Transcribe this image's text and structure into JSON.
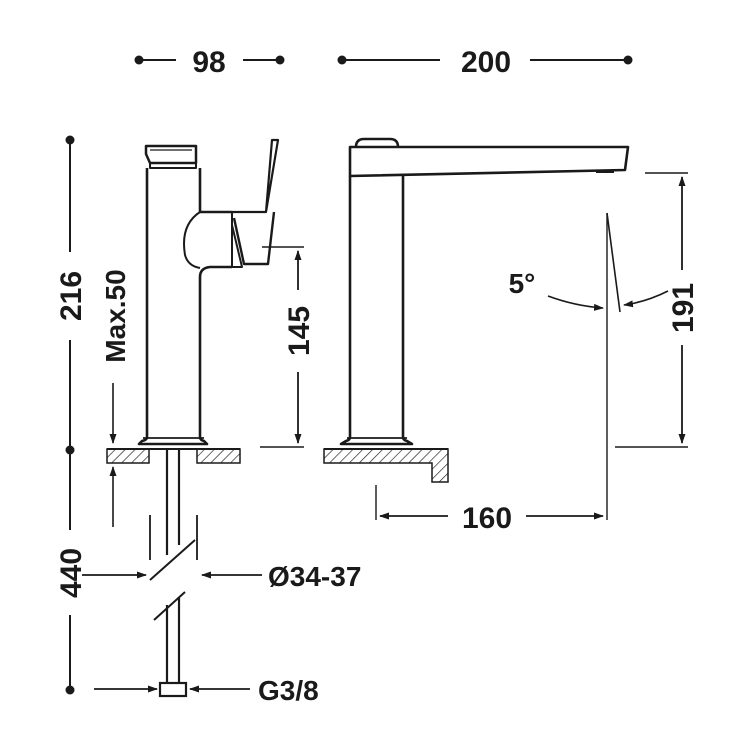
{
  "dimensions": {
    "top_width_left": "98",
    "top_width_right": "200",
    "height_total": "216",
    "max_thickness": "Max.50",
    "pipe_length": "440",
    "spout_height": "145",
    "spout_reach": "160",
    "outlet_height": "191",
    "outlet_angle": "5°",
    "hole_diameter": "Ø34-37",
    "connection": "G3/8"
  },
  "colors": {
    "line": "#1a1a1a",
    "background": "#ffffff"
  }
}
